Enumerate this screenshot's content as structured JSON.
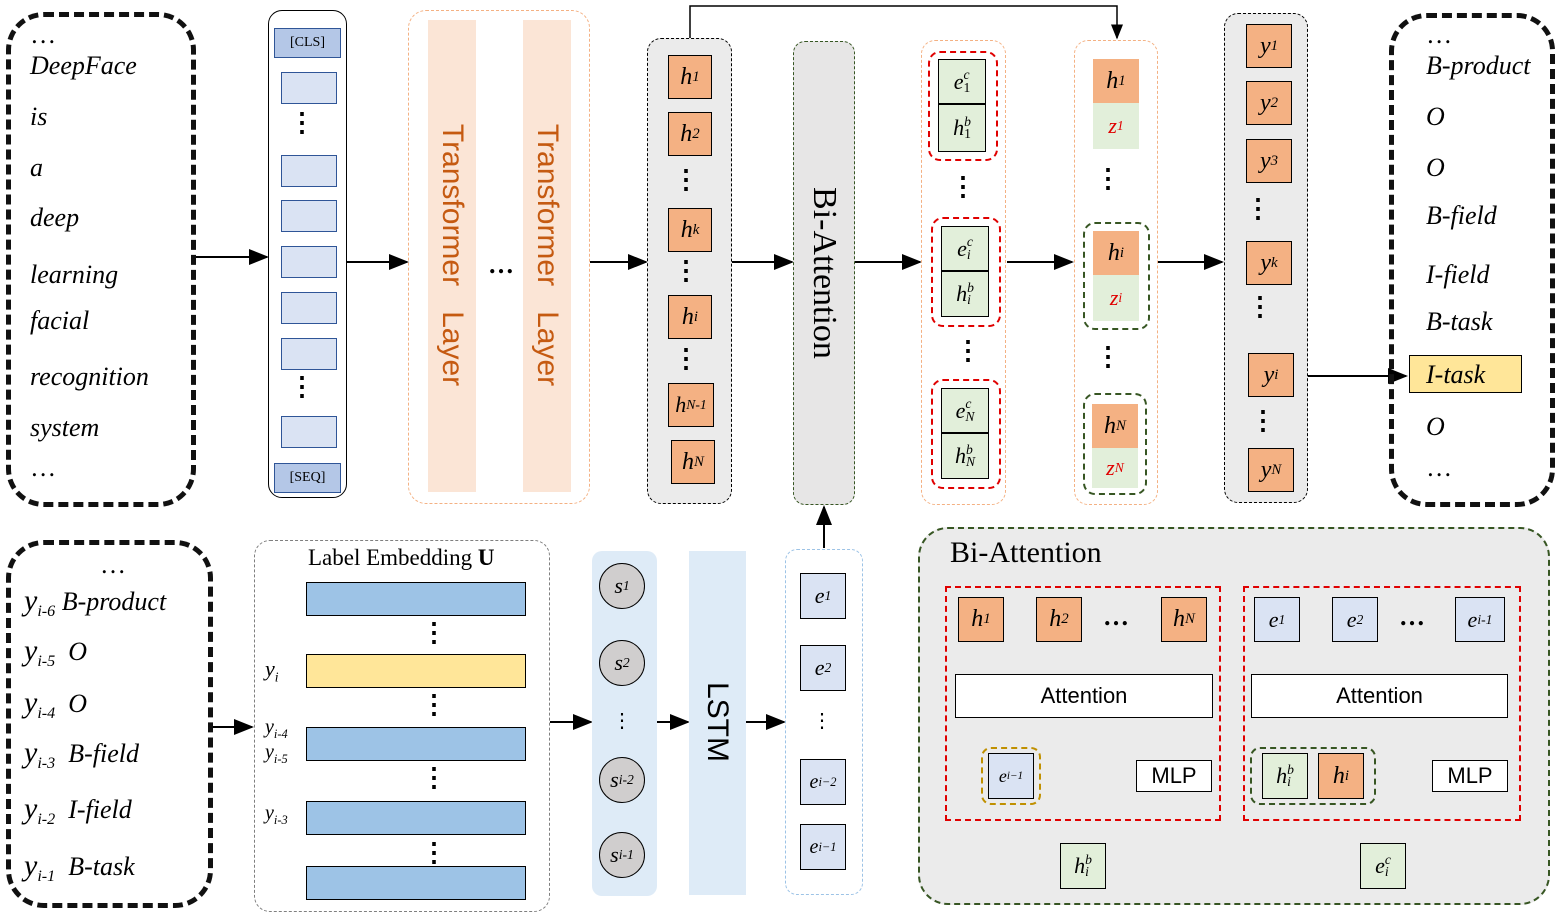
{
  "input_tokens": [
    "…",
    "DeepFace",
    "is",
    "a",
    "deep",
    "learning",
    "facial",
    "recognition",
    "system",
    "…"
  ],
  "cls_label": "[CLS]",
  "seq_label": "[SEQ]",
  "transformer_label": "Transformer   Layer",
  "ellipsis": "…",
  "vdots": "⋮",
  "hidden_states": [
    {
      "base": "h",
      "sub": "1"
    },
    {
      "base": "h",
      "sub": "2"
    },
    {
      "base": "h",
      "sub": "k"
    },
    {
      "base": "h",
      "sub": "i"
    },
    {
      "base": "h",
      "sub": "N-1"
    },
    {
      "base": "h",
      "sub": "N"
    }
  ],
  "bi_attention_label": "Bi-Attention",
  "fused_pairs": [
    {
      "top": "e",
      "top_sub": "1",
      "top_sup": "c",
      "bot": "h",
      "bot_sub": "1",
      "bot_sup": "b"
    },
    {
      "top": "e",
      "top_sub": "i",
      "top_sup": "c",
      "bot": "h",
      "bot_sub": "i",
      "bot_sup": "b"
    },
    {
      "top": "e",
      "top_sub": "N",
      "top_sup": "c",
      "bot": "h",
      "bot_sub": "N",
      "bot_sup": "b"
    }
  ],
  "z_pairs": [
    {
      "h": "1",
      "z": "1"
    },
    {
      "h": "i",
      "z": "i"
    },
    {
      "h": "N",
      "z": "N"
    }
  ],
  "outputs": [
    {
      "base": "y",
      "sub": "1"
    },
    {
      "base": "y",
      "sub": "2"
    },
    {
      "base": "y",
      "sub": "3"
    },
    {
      "base": "y",
      "sub": "k"
    },
    {
      "base": "y",
      "sub": "i"
    },
    {
      "base": "y",
      "sub": "N"
    }
  ],
  "output_tags": [
    "…",
    "B-product",
    "O",
    "O",
    "B-field",
    "I-field",
    "B-task",
    "I-task",
    "O",
    "…"
  ],
  "prev_labels": [
    {
      "y": "y",
      "sub": "i-6",
      "tag": "B-product"
    },
    {
      "y": "y",
      "sub": "i-5",
      "tag": "O"
    },
    {
      "y": "y",
      "sub": "i-4",
      "tag": "O"
    },
    {
      "y": "y",
      "sub": "i-3",
      "tag": "B-field"
    },
    {
      "y": "y",
      "sub": "i-2",
      "tag": "I-field"
    },
    {
      "y": "y",
      "sub": "i-1",
      "tag": "B-task"
    }
  ],
  "label_embedding_title": "Label Embedding ",
  "label_embedding_bold": "U",
  "emb_row_labels": [
    {
      "base": "y",
      "sub": "i"
    },
    {
      "base": "y",
      "sub": "i-4"
    },
    {
      "base": "y",
      "sub": "i-5"
    },
    {
      "base": "y",
      "sub": "i-3"
    }
  ],
  "lstm_states": [
    {
      "base": "s",
      "sub": "1"
    },
    {
      "base": "s",
      "sub": "2"
    },
    {
      "base": "s",
      "sub": "i-2"
    },
    {
      "base": "s",
      "sub": "i-1"
    }
  ],
  "lstm_label": "LSTM",
  "label_vectors": [
    {
      "base": "e",
      "sub": "1"
    },
    {
      "base": "e",
      "sub": "2"
    },
    {
      "base": "e",
      "sub": "i−2"
    },
    {
      "base": "e",
      "sub": "i−1"
    }
  ],
  "detail_title": "Bi-Attention",
  "detail_left_inputs": [
    {
      "base": "h",
      "sub": "1"
    },
    {
      "base": "h",
      "sub": "2"
    },
    {
      "base": "h",
      "sub": "N"
    }
  ],
  "detail_right_inputs": [
    {
      "base": "e",
      "sub": "1"
    },
    {
      "base": "e",
      "sub": "2"
    },
    {
      "base": "e",
      "sub": "i-1"
    }
  ],
  "attention_label": "Attention",
  "mlp_label": "MLP",
  "detail_left_query": {
    "base": "e",
    "sub": "i−1"
  },
  "detail_right_query": [
    {
      "base": "h",
      "sub": "i",
      "sup": "b"
    },
    {
      "base": "h",
      "sub": "i"
    }
  ],
  "detail_left_out": {
    "base": "h",
    "sub": "i",
    "sup": "b"
  },
  "detail_right_out": {
    "base": "e",
    "sub": "i",
    "sup": "c"
  },
  "colors": {
    "orange_cell": "#f4b183",
    "green_cell": "#e2efda",
    "blue_cell": "#dae3f3",
    "highlight": "#ffe699",
    "transformer_text": "#c55a11",
    "red_dash": "#e00000",
    "green_dash": "#375623"
  }
}
